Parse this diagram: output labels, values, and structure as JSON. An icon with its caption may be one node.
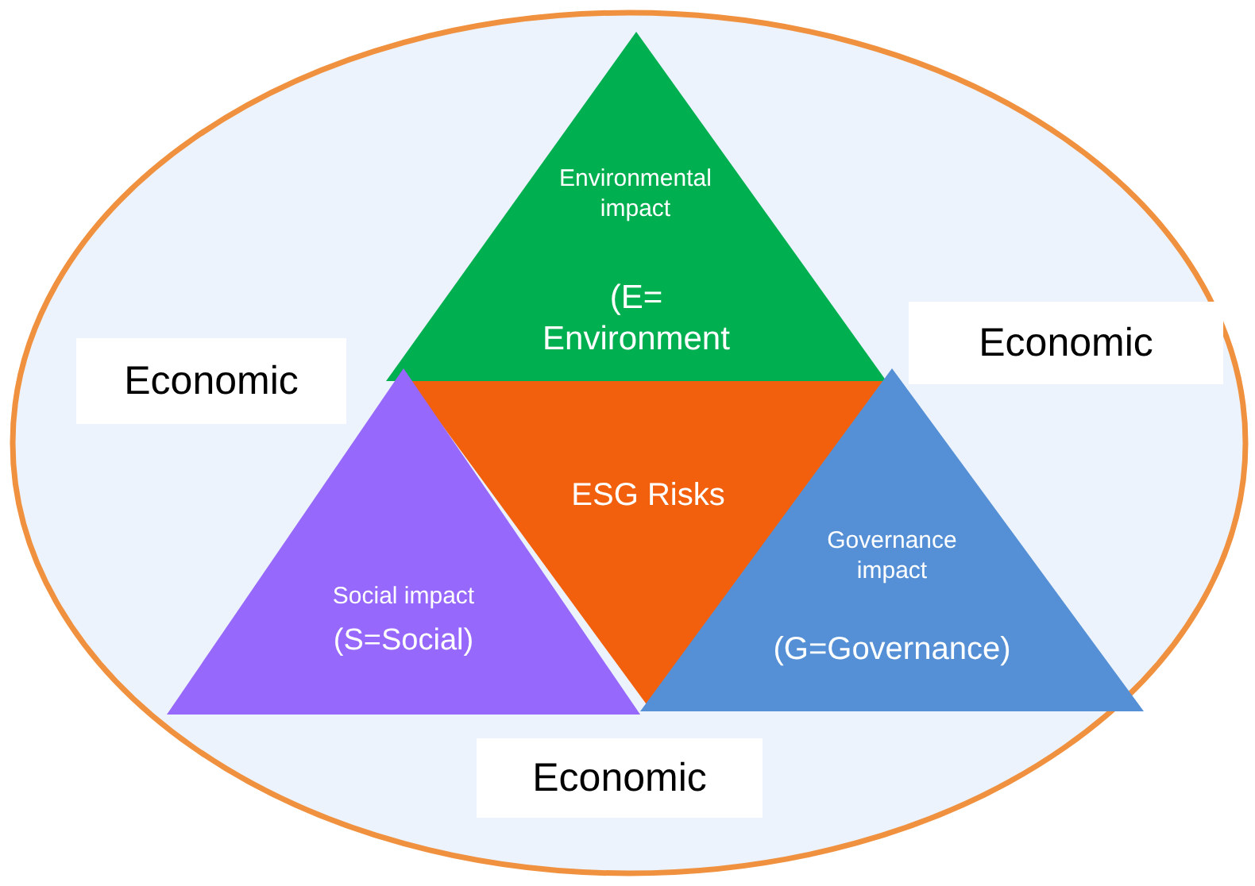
{
  "diagram": {
    "nodes": [
      {
        "text": [],
        "shape": "ellipse"
      },
      {
        "text": [
          "Environmental impact",
          "(E= Environment"
        ],
        "in": 0
      },
      {
        "text": [
          "Economic"
        ],
        "in": 0
      },
      {
        "text": [
          "Economic"
        ],
        "in": 0
      },
      {
        "text": [
          "ESG Risks"
        ],
        "in": 0
      },
      {
        "text": [
          "Social impact",
          "(S=Social)"
        ],
        "in": 0
      },
      {
        "text": [
          "Governance impact",
          "(G=Governance)"
        ],
        "in": 0
      },
      {
        "text": [
          "Economic"
        ],
        "in": 0
      }
    ]
  }
}
